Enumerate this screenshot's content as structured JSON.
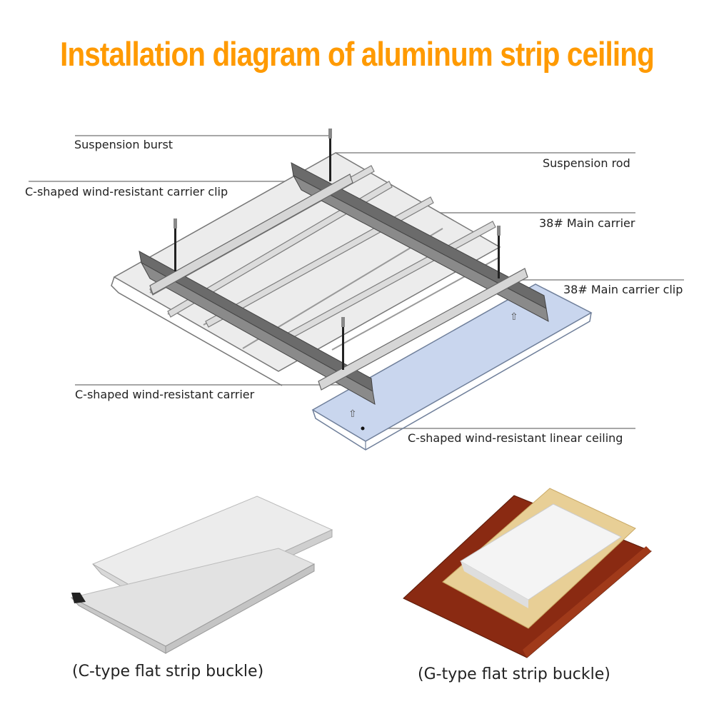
{
  "title": "Installation diagram of aluminum strip ceiling",
  "colors": {
    "title": "#ff9a00",
    "panel_light": "#ececec",
    "panel_blue": "#c9d6ee",
    "carrier_dark": "#6b6b6b",
    "wood_light": "#e8cf96",
    "wood_dark": "#8a2a12",
    "leader_line": "#8a8a8a"
  },
  "labels": {
    "suspension_burst": "Suspension burst",
    "suspension_rod": "Suspension rod",
    "carrier_clip": "C-shaped wind-resistant carrier clip",
    "main_carrier": "38# Main carrier",
    "main_carrier_clip": "38# Main carrier clip",
    "wind_carrier": "C-shaped wind-resistant carrier",
    "linear_ceiling": "C-shaped wind-resistant linear ceiling"
  },
  "products": [
    {
      "caption": "(C-type flat strip buckle)"
    },
    {
      "caption": "(G-type flat strip buckle)"
    }
  ]
}
